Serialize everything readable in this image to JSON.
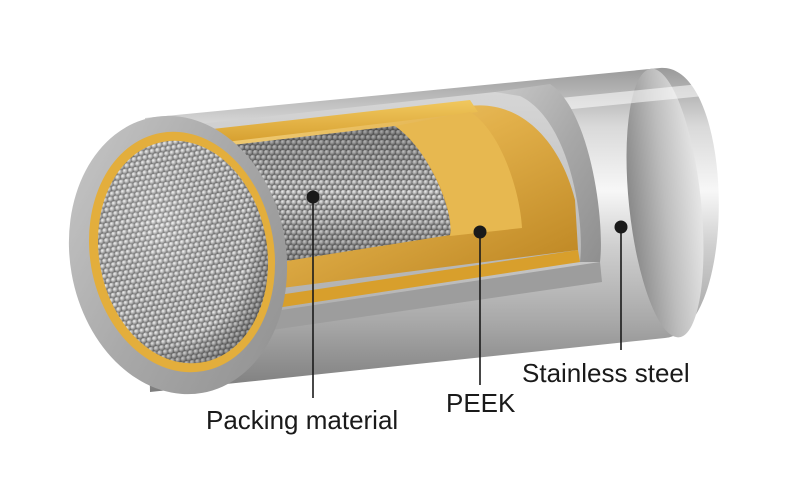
{
  "diagram": {
    "labels": {
      "packing": "Packing material",
      "peek": "PEEK",
      "steel": "Stainless steel"
    },
    "colors": {
      "background": "#ffffff",
      "steel_light": "#f2f2f2",
      "steel_mid": "#b8b8b8",
      "steel_dark": "#8c8c8c",
      "peek_light": "#f3d27a",
      "peek_mid": "#e0ac3a",
      "peek_dark": "#b07a16",
      "beads_light": "#e9e9e9",
      "beads_mid": "#a8a8a8",
      "beads_dark": "#6e6e6e",
      "ink": "#1a1a1a"
    }
  }
}
